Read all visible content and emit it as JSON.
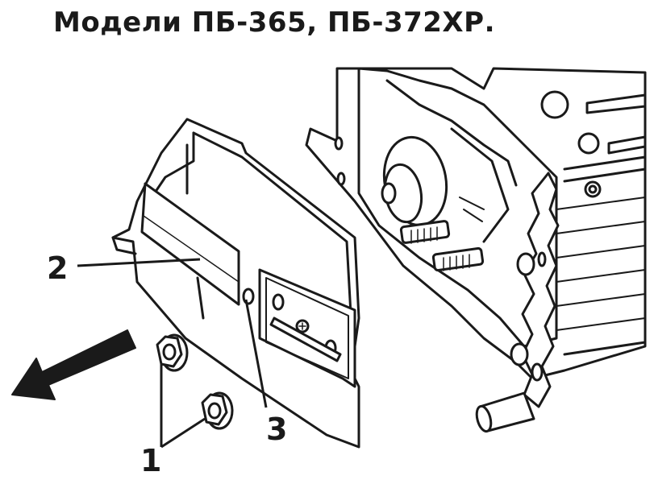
{
  "title": "Модели ПБ-365, ПБ-372ХР.",
  "callouts": {
    "c1": "1",
    "c2": "2",
    "c3": "3"
  },
  "colors": {
    "ink": "#1a1a1a",
    "paper": "#ffffff"
  }
}
